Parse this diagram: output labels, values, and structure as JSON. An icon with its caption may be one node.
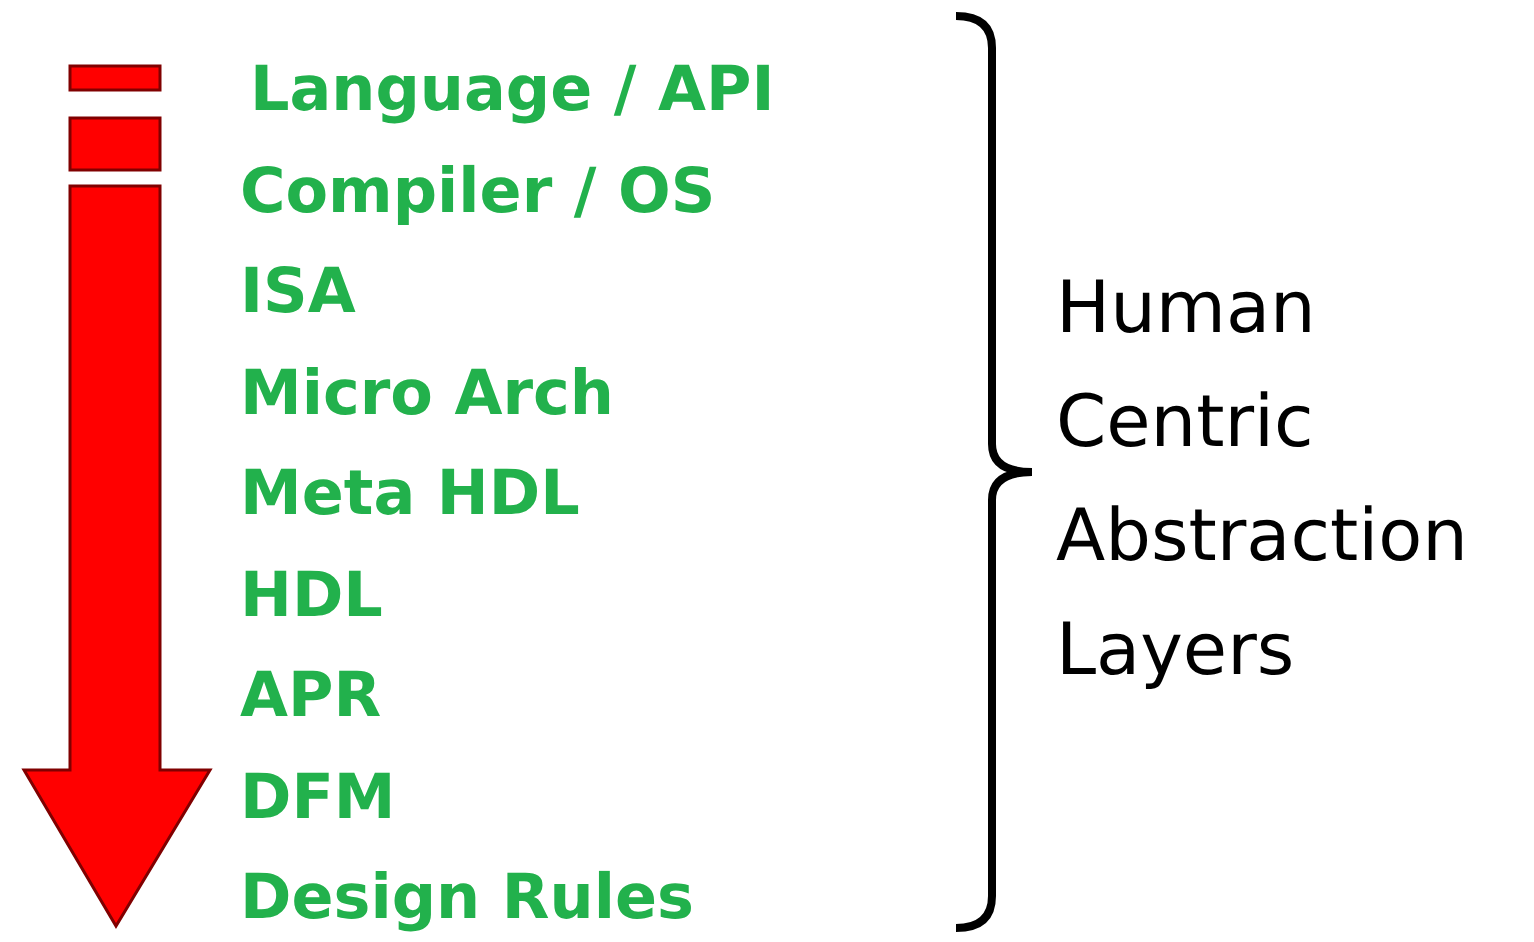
{
  "diagram": {
    "labels": [
      "Language / API",
      "Compiler / OS",
      "ISA",
      "Micro Arch",
      "Meta HDL",
      "HDL",
      "APR",
      "DFM",
      "Design Rules",
      "Human Centric Abstraction Layers"
    ]
  }
}
